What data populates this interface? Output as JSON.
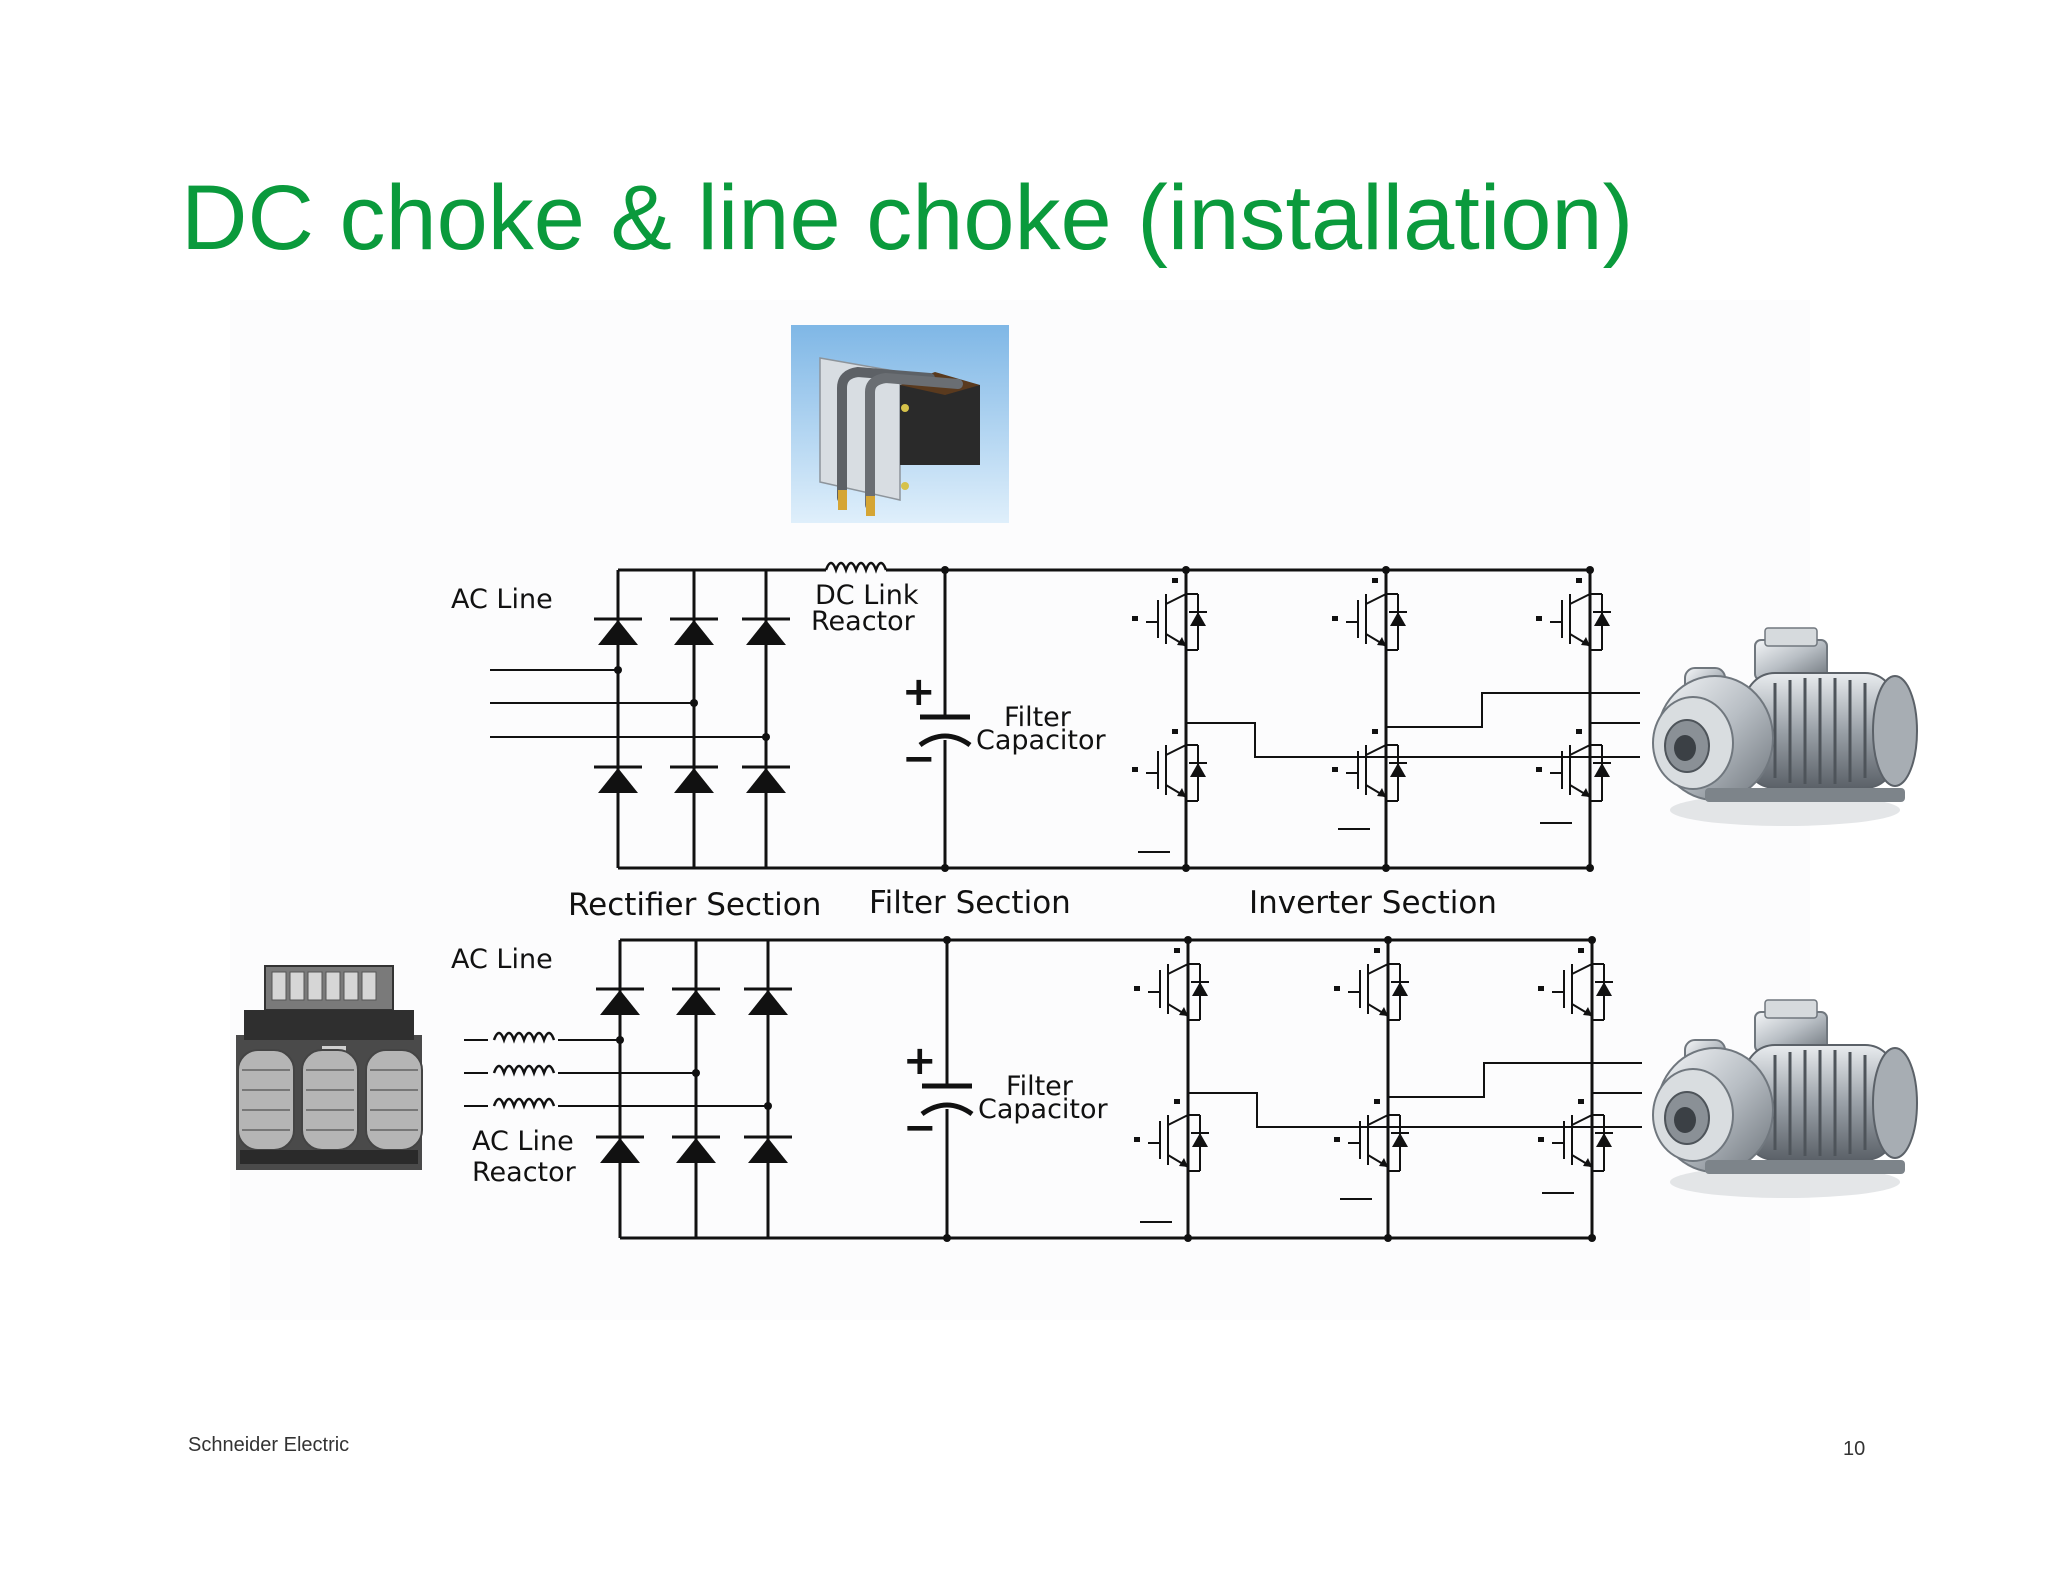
{
  "slide": {
    "title": "DC choke & line choke (installation)",
    "footer_company": "Schneider Electric",
    "page_number": "10"
  },
  "top_circuit": {
    "ac_line_label": "AC Line",
    "dc_link_reactor_label": [
      "DC Link",
      "Reactor"
    ],
    "filter_capacitor_label": [
      "Filter",
      "Capacitor"
    ],
    "plus_sign": "+",
    "minus_sign": "−"
  },
  "sections": {
    "rectifier": "Rectifier Section",
    "filter": "Filter Section",
    "inverter": "Inverter Section"
  },
  "bottom_circuit": {
    "ac_line_label": "AC Line",
    "ac_line_reactor_label": [
      "AC Line",
      "Reactor"
    ],
    "filter_capacitor_label": [
      "Filter",
      "Capacitor"
    ],
    "plus_sign": "+",
    "minus_sign": "−"
  },
  "pictures": {
    "dc_choke": "dc-choke-photo",
    "line_reactor": "three-phase-line-reactor-photo",
    "motor_pump": "motor-pump-photo"
  }
}
